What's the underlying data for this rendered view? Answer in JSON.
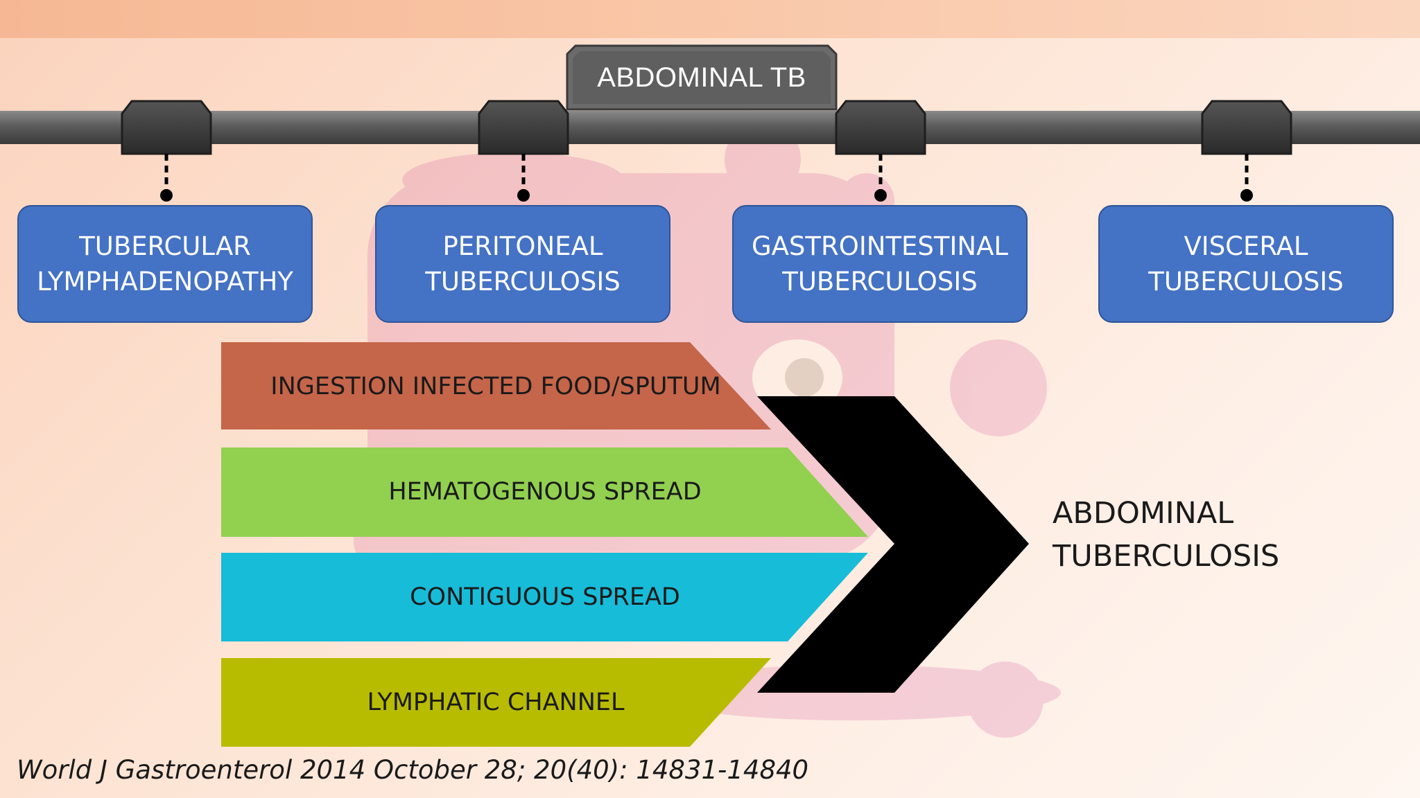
{
  "title": "ABDOMINAL TB",
  "categories": [
    {
      "line1": "TUBERCULAR",
      "line2": "LYMPHADENOPATHY"
    },
    {
      "line1": "PERITONEAL",
      "line2": "TUBERCULOSIS"
    },
    {
      "line1": "GASTROINTESTINAL",
      "line2": "TUBERCULOSIS"
    },
    {
      "line1": "VISCERAL",
      "line2": "TUBERCULOSIS"
    }
  ],
  "routes": [
    {
      "label": "INGESTION INFECTED FOOD/SPUTUM",
      "color": "#c5654a"
    },
    {
      "label": "HEMATOGENOUS SPREAD",
      "color": "#92d050"
    },
    {
      "label": "CONTIGUOUS SPREAD",
      "color": "#17bcd8"
    },
    {
      "label": "LYMPHATIC CHANNEL",
      "color": "#b8bc00"
    }
  ],
  "result": {
    "line1": "ABDOMINAL",
    "line2": "TUBERCULOSIS"
  },
  "citation": "World J Gastroenterol 2014 October 28; 20(40): 14831-14840",
  "colors": {
    "category_fill": "#4472c4",
    "bar": "#5e5e5e",
    "arrow": "#000000"
  }
}
